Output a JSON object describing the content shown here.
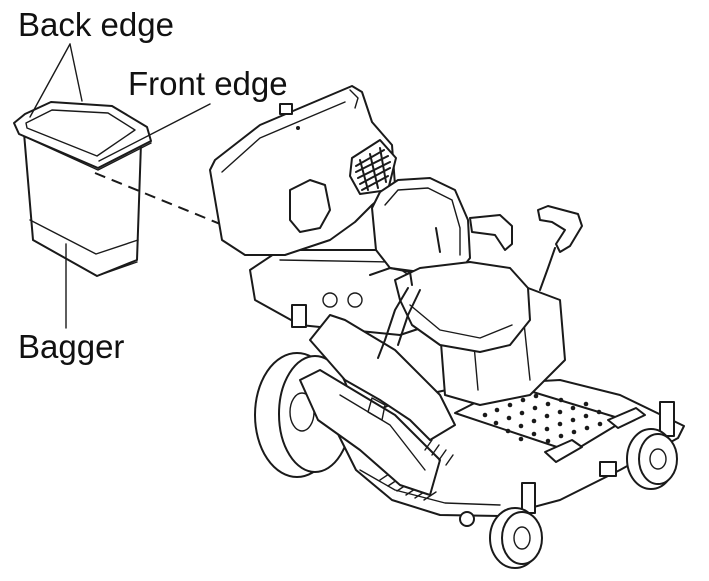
{
  "labels": {
    "back_edge": "Back edge",
    "front_edge": "Front edge",
    "bagger": "Bagger"
  },
  "colors": {
    "line": "#1a1a1a",
    "background": "#ffffff"
  }
}
